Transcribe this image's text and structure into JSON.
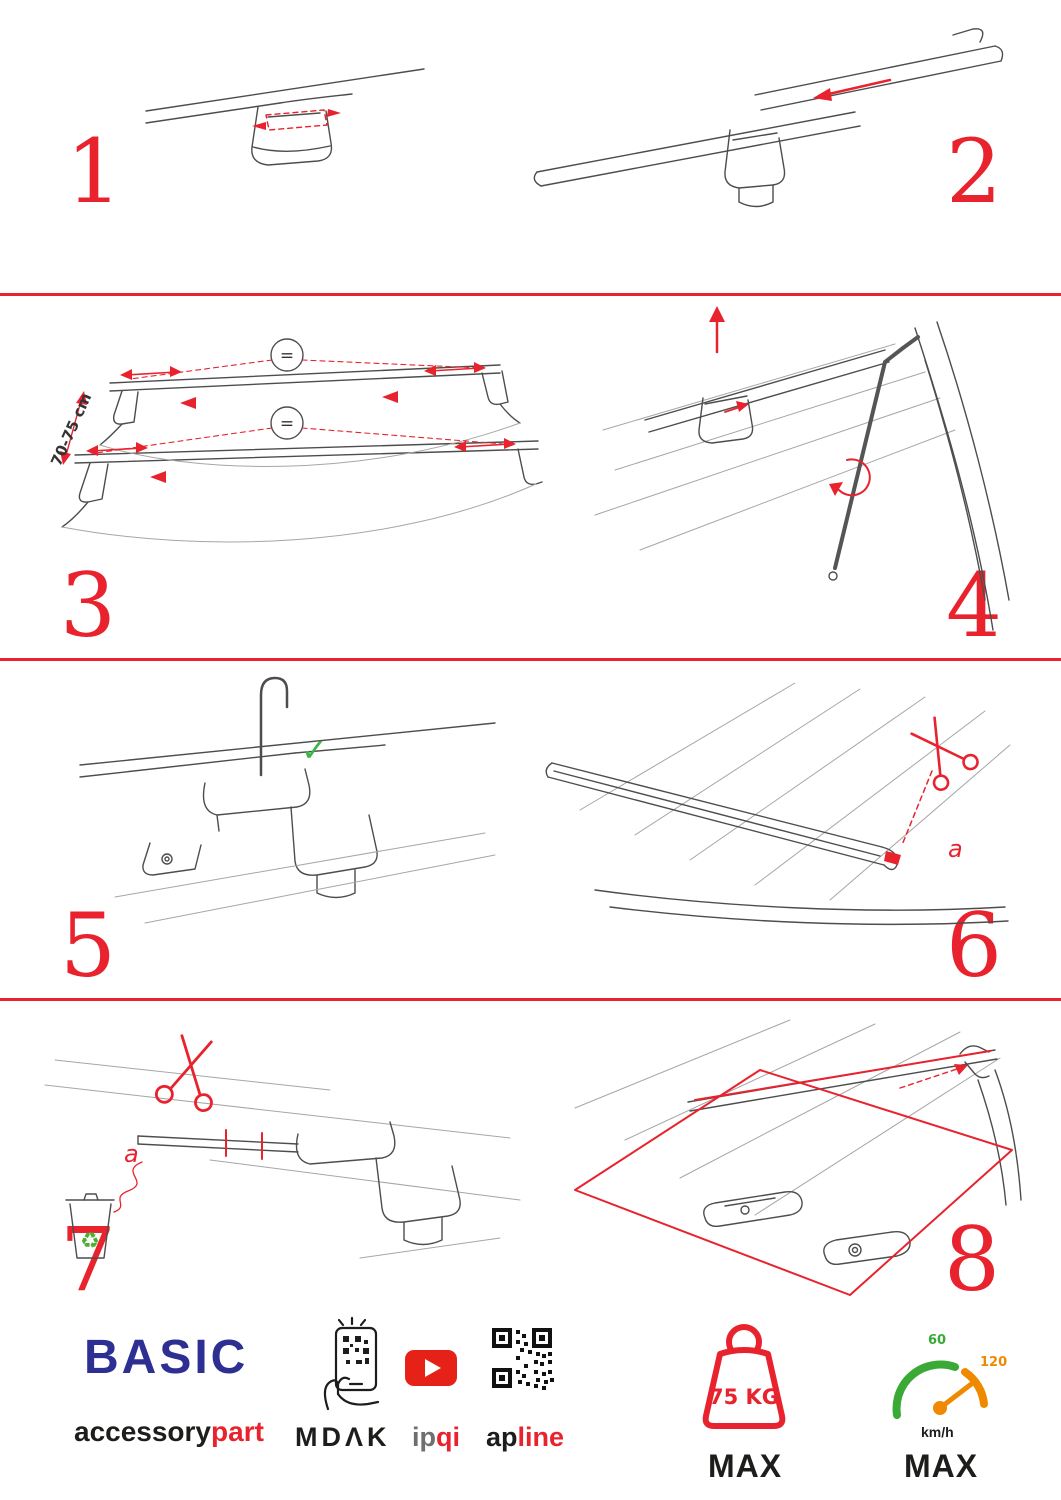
{
  "page": {
    "accent_red": "#e8232e",
    "brand_navy": "#2d2f92",
    "check_green": "#3db54a",
    "gauge_green": "#3aa935",
    "gauge_orange": "#ef8a00"
  },
  "steps": [
    {
      "number": "1"
    },
    {
      "number": "2"
    },
    {
      "number": "3"
    },
    {
      "number": "4"
    },
    {
      "number": "5"
    },
    {
      "number": "6"
    },
    {
      "number": "7"
    },
    {
      "number": "8"
    }
  ],
  "annotations": {
    "equals": "=",
    "dimension": "70-75 cm",
    "cut_label": "a"
  },
  "icons": {
    "check_glyph": "✓",
    "recycle_glyph": "♻",
    "scissors": "scissors-shape",
    "youtube": "play-triangle",
    "qr_code": "qr-pattern",
    "phone_scan": "hand-with-phone",
    "weight": "kettlebell",
    "speedometer": "gauge"
  },
  "footer": {
    "brand": "BASIC",
    "brand_sub_dark": "accessory",
    "brand_sub_red": "part",
    "mdak": "MDΛK",
    "ipqi_dark": "ip",
    "ipqi_red": "qi",
    "apline_dark": "ap",
    "apline_red": "line",
    "weight": "75 KG",
    "weight_max": "MAX",
    "speed_60": "60",
    "speed_120": "120",
    "speed_unit": "km/h",
    "speed_max": "MAX"
  }
}
